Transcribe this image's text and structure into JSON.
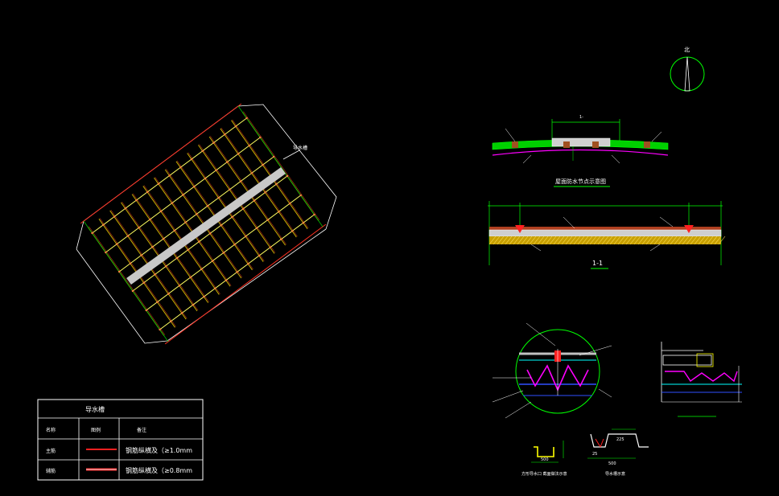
{
  "legend_table": {
    "title": "导水槽",
    "headers": [
      "名称",
      "图例",
      "备注"
    ],
    "rows": [
      {
        "name": "主筋",
        "color": "#ff2020",
        "note": "钢筋纵横及（≥1.0mm"
      },
      {
        "name": "辅筋",
        "color": "#ffb0b0",
        "note": "钢筋纵横及（≥0.8mm"
      }
    ]
  },
  "labels": {
    "north_symbol": "北",
    "plan_tag": "导水槽",
    "section_1_1": "1-1",
    "section_top_title": "屋面防水节点示意图",
    "section_top_dim": "1-",
    "detail_bottom_left_caption": "方形导水口 截面做法示意",
    "detail_bottom_right_caption": "导水槽示意",
    "dim_left": "500",
    "dim_right": "500",
    "dim_small_a": "225",
    "dim_small_b": "25"
  },
  "colors": {
    "green": "#00ff00",
    "yellow": "#ffff00",
    "red": "#ff2020",
    "magenta": "#ff00ff",
    "cyan": "#00ffff",
    "blue": "#3050ff",
    "white": "#ffffff"
  }
}
